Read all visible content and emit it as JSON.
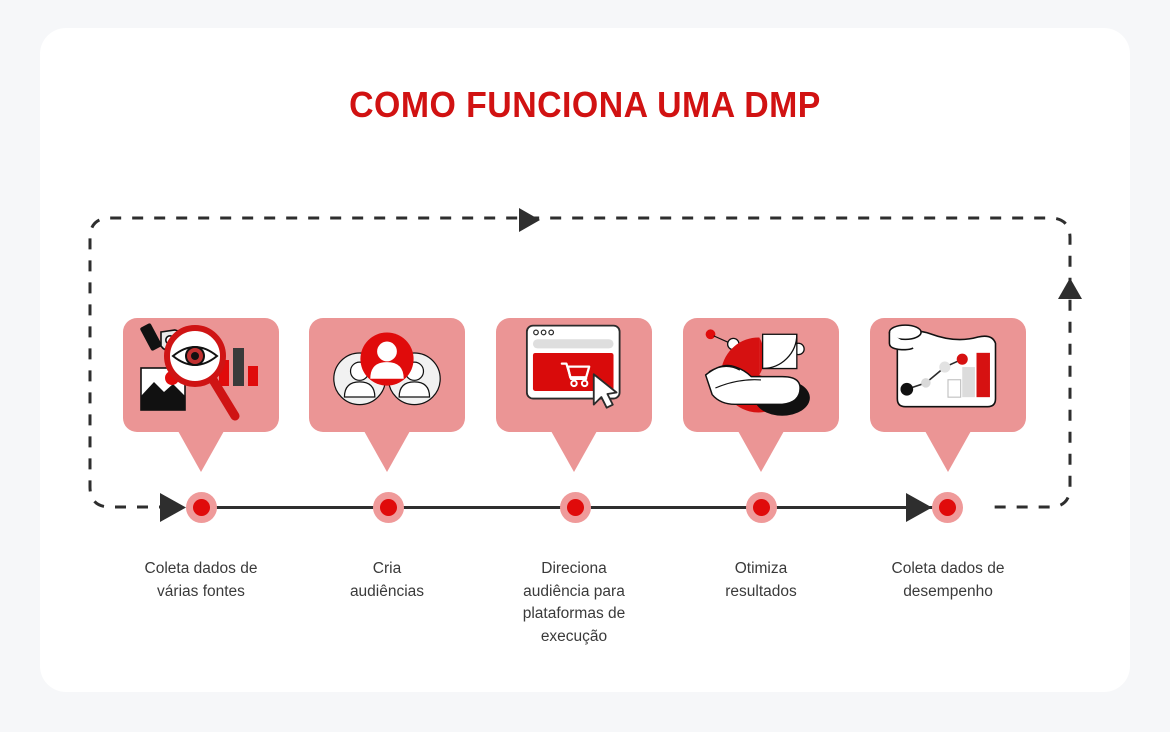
{
  "header": {
    "title": "COMO FUNCIONA UMA DMP"
  },
  "colors": {
    "page_background": "#f6f7f9",
    "panel_background": "#ffffff",
    "title_red": "#d11212",
    "card_salmon": "#eb9595",
    "accent_red": "#e00b0b",
    "dot_halo": "#ef9a9a",
    "line_dark": "#2e2e2e",
    "label_text": "#3a3a3a"
  },
  "flow": {
    "loop_arrow_top": "left-arrowhead",
    "loop_arrow_right": "up-arrowhead",
    "timeline_arrow_start": "right-arrowhead",
    "timeline_arrow_end": "right-arrowhead",
    "loop_style": "dashed",
    "timeline_style": "solid"
  },
  "steps": [
    {
      "index": 1,
      "label": "Coleta dados de\nvárias fontes",
      "icon": "magnifier-eye-data-icon"
    },
    {
      "index": 2,
      "label": "Cria\naudiências",
      "icon": "audience-avatars-icon"
    },
    {
      "index": 3,
      "label": "Direciona\naudiência para\nplataformas de\nexecução",
      "icon": "browser-cart-cursor-icon"
    },
    {
      "index": 4,
      "label": "Otimiza\nresultados",
      "icon": "hand-pie-chart-icon"
    },
    {
      "index": 5,
      "label": "Coleta dados de\ndesempenho",
      "icon": "scroll-line-bar-chart-icon"
    }
  ]
}
